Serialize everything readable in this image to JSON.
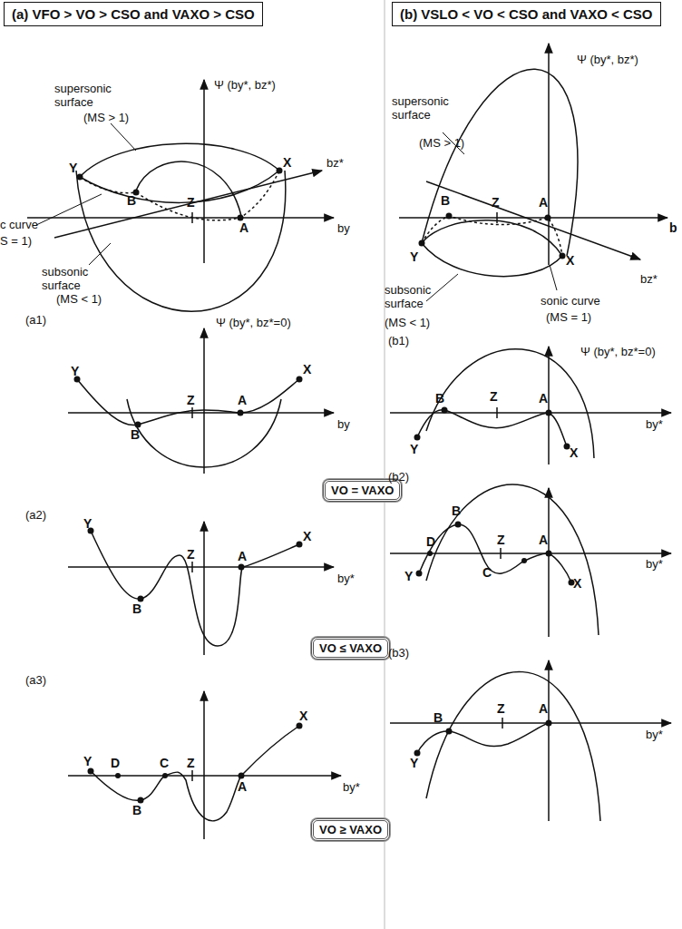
{
  "diagram": {
    "nodes": [
      {
        "text": [
          "(a) VFO > VO > CSO and VAXO > CSO"
        ]
      },
      {
        "text": [
          "(b) VSLO < VO < CSO and VAXO < CSO"
        ]
      },
      {
        "text": [
          "VO = VAXO"
        ]
      },
      {
        "text": [
          "VO ≤ VAXO"
        ]
      },
      {
        "text": [
          "VO ≥ VAXO"
        ]
      }
    ],
    "labels": [
      "supersonic surface",
      "(MS > 1)",
      "Ψ (by*, bz*)",
      "bz*",
      "by",
      "Y",
      "B",
      "Z",
      "A",
      "X",
      "c curve",
      "S = 1)",
      "subsonic surface",
      "(MS < 1)",
      "(a1)",
      "Ψ (by*, bz*=0)",
      "Y",
      "X",
      "by",
      "B",
      "Z",
      "A",
      "(a2)",
      "Y",
      "X",
      "B",
      "by*",
      "Z",
      "A",
      "(a3)",
      "Y",
      "D",
      "C",
      "Z",
      "X",
      "B",
      "A",
      "by*",
      "supersonic surface",
      "(MS > 1)",
      "Ψ (by*, bz*)",
      "B",
      "Z",
      "A",
      "b",
      "Y",
      "X",
      "bz*",
      "subsonic surface",
      "(MS < 1)",
      "sonic curve",
      "(MS = 1)",
      "(b1)",
      "Ψ (by*, bz*=0)",
      "Z",
      "A",
      "by*",
      "B",
      "Y",
      "X",
      "(b2)",
      "B",
      "Z",
      "A",
      "by*",
      "Y",
      "D",
      "C",
      "X",
      "(b3)",
      "Z",
      "A",
      "by*",
      "B",
      "Y"
    ]
  }
}
